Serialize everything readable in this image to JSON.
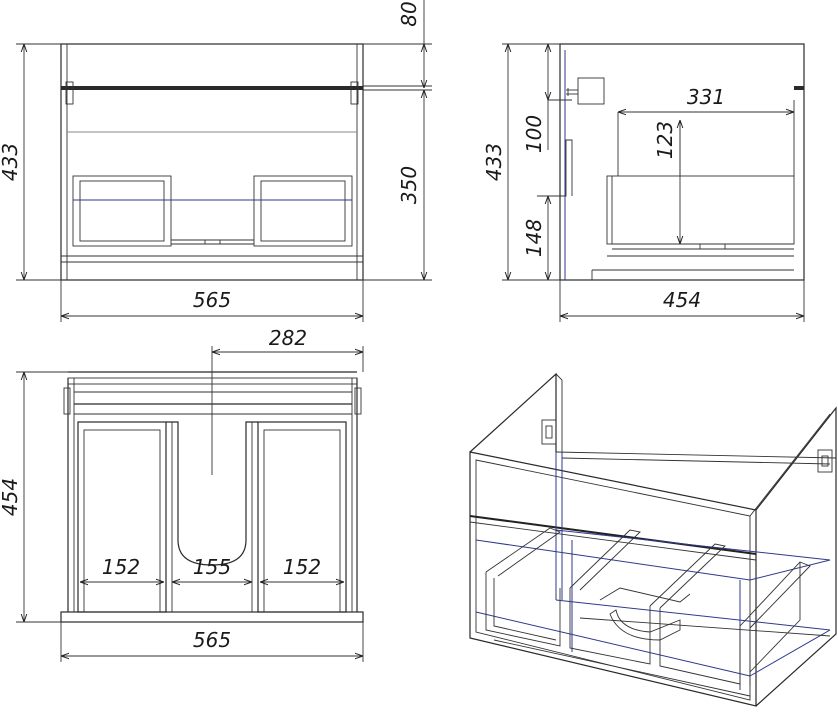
{
  "dimensions": {
    "front": {
      "height_total": "433",
      "top_panel": "80",
      "inner_height": "350",
      "width": "565"
    },
    "side": {
      "height_total": "433",
      "siphon_height": "100",
      "depth": "331",
      "drawer_height": "123",
      "bottom_offset": "148",
      "total_depth": "454"
    },
    "top": {
      "depth": "454",
      "center_offset": "282",
      "left_section": "152",
      "middle_section": "155",
      "right_section": "152",
      "width": "565"
    }
  },
  "colors": {
    "line": "#2a2a2a",
    "hidden_line": "#2e3a8c",
    "background": "#ffffff"
  }
}
